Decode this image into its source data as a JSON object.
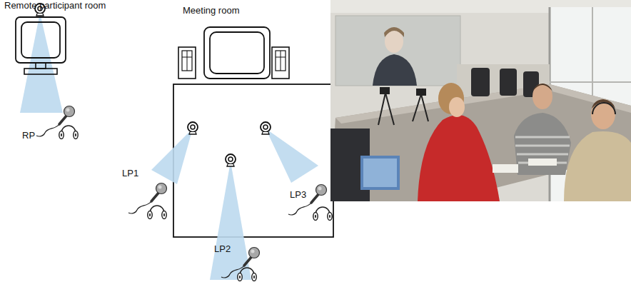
{
  "diagram": {
    "labels": [
      "Remote participant room",
      "Meeting room",
      "RP",
      "LP1",
      "LP2",
      "LP3"
    ]
  }
}
